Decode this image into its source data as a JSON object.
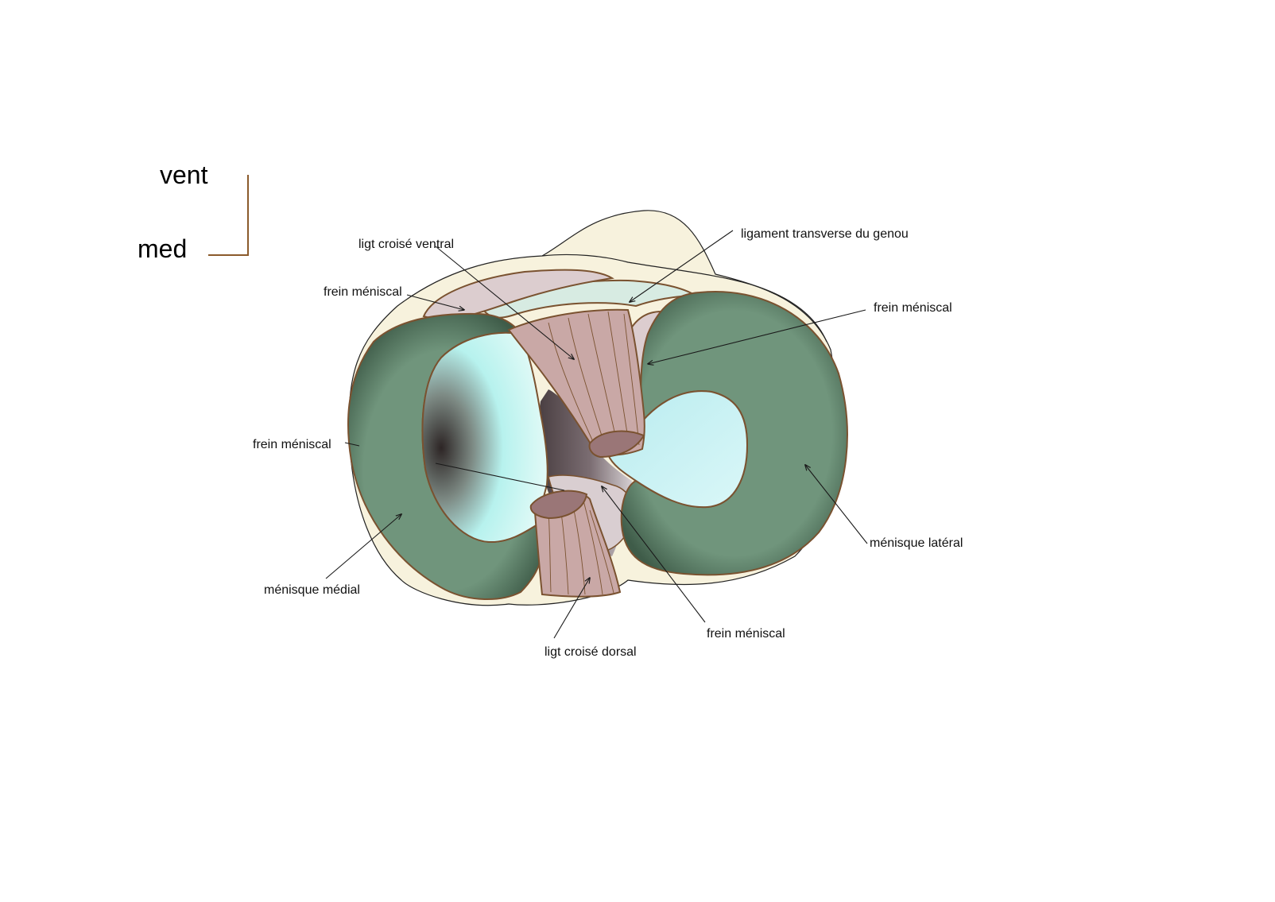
{
  "orientation": {
    "ventral": "vent",
    "medial": "med",
    "axis_color": "#8b5a2b"
  },
  "labels": {
    "ligament_croise_ventral": "ligt croisé ventral",
    "ligament_transverse": "ligament transverse du genou",
    "frein_meniscal_top_left": "frein méniscal",
    "frein_meniscal_top_right": "frein méniscal",
    "frein_meniscal_left": "frein méniscal",
    "frein_meniscal_bottom": "frein méniscal",
    "menisque_medial": "ménisque médial",
    "menisque_lateral": "ménisque latéral",
    "ligament_croise_dorsal": "ligt croisé dorsal"
  },
  "colors": {
    "meniscus": "#70957c",
    "meniscus_dark": "#3f5c49",
    "ligament": "#c9a8a6",
    "ligament_cut": "#9a7677",
    "tibial_plateau": "#f7f2dd",
    "cartilage": "#c9f5f3",
    "transverse": "#d7ebe2",
    "outline": "#7a5230"
  }
}
